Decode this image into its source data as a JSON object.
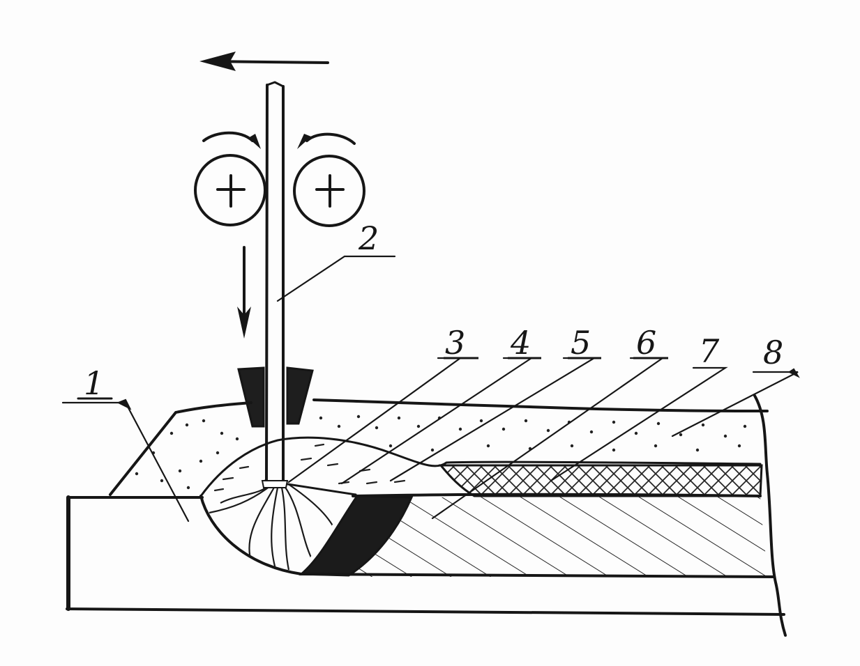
{
  "diagram": {
    "callouts": [
      {
        "id": "1",
        "label": "1"
      },
      {
        "id": "2",
        "label": "2"
      },
      {
        "id": "3",
        "label": "3"
      },
      {
        "id": "4",
        "label": "4"
      },
      {
        "id": "5",
        "label": "5"
      },
      {
        "id": "6",
        "label": "6"
      },
      {
        "id": "7",
        "label": "7"
      },
      {
        "id": "8",
        "label": "8"
      }
    ]
  },
  "colors": {
    "ink": "#161616",
    "paper": "#fdfdfd"
  }
}
